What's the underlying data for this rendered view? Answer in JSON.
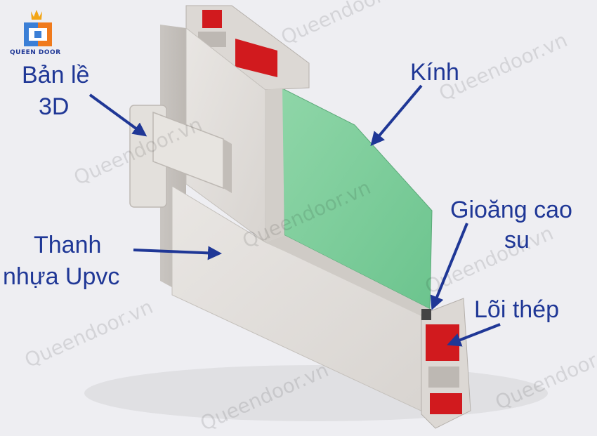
{
  "brand": {
    "logo_text": "QUEEN DOOR"
  },
  "watermark": "Queendoor.vn",
  "labels": {
    "hinge_line1": "Bản lề",
    "hinge_line2": "3D",
    "glass": "Kính",
    "gasket_line1": "Gioăng cao",
    "gasket_line2": "su",
    "upvc_line1": "Thanh",
    "upvc_line2": "nhựa Upvc",
    "steel": "Lõi thép"
  },
  "colors": {
    "label_text": "#1f3796",
    "arrow": "#1f3796",
    "glass": "#7fcf9c",
    "steel_core": "#d11a1e",
    "profile": "#e4e0dc"
  }
}
